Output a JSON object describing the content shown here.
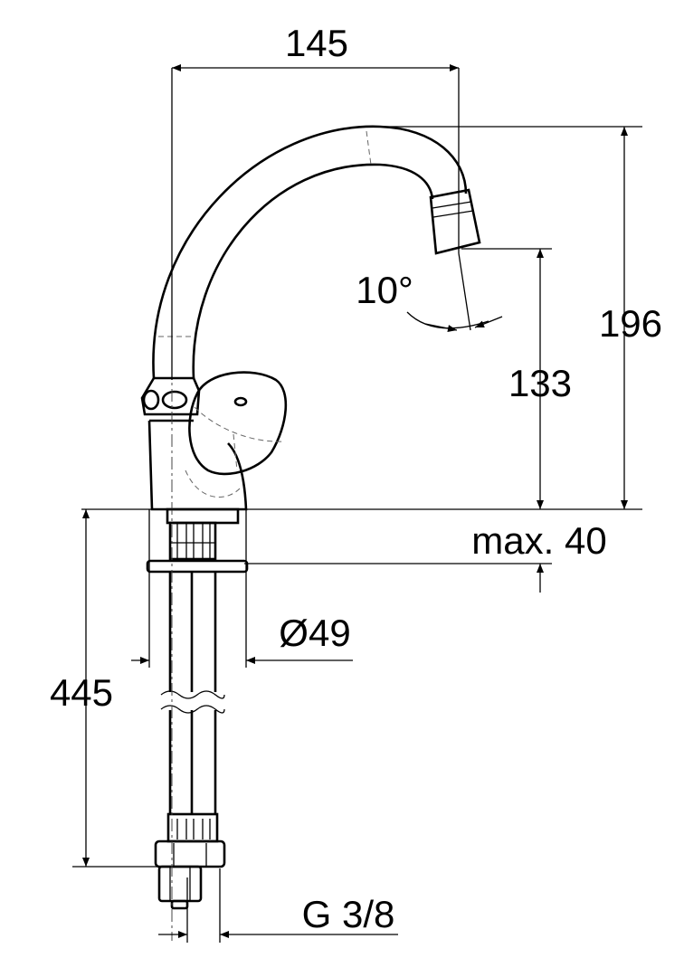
{
  "drawing": {
    "dimensions": {
      "spout_reach": "145",
      "total_height": "196",
      "spout_angle": "10°",
      "spout_height": "133",
      "max_mount_thickness": "max. 40",
      "base_diameter": "Ø49",
      "hose_length": "445",
      "thread": "G 3/8"
    },
    "line_color": "#000000"
  }
}
